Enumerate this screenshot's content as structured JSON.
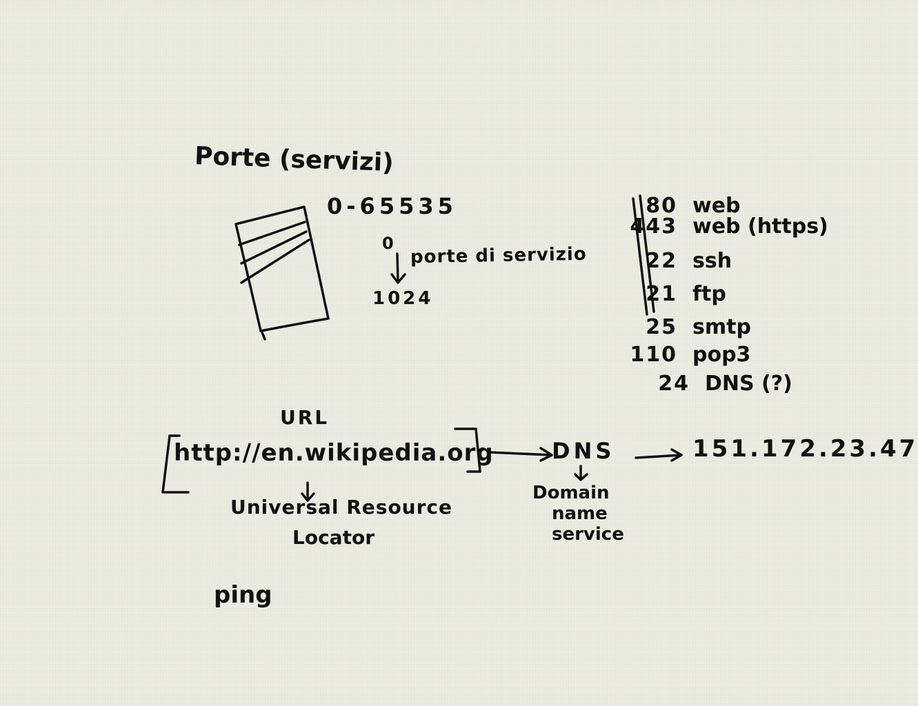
{
  "title": "Porte (servizi)",
  "port_range": "0-65535",
  "well_known": {
    "start": "0",
    "end": "1024",
    "label": "porte di servizio"
  },
  "port_table": [
    {
      "port": "80",
      "service": "web"
    },
    {
      "port": "443",
      "service": "web (https)"
    },
    {
      "port": "22",
      "service": "ssh"
    },
    {
      "port": "21",
      "service": "ftp"
    },
    {
      "port": "25",
      "service": "smtp"
    },
    {
      "port": "110",
      "service": "pop3"
    },
    {
      "port": "24",
      "service": "DNS (?)"
    }
  ],
  "url_section": {
    "label": "URL",
    "example": "http://en.wikipedia.org",
    "expansion_line1": "Universal Resource",
    "expansion_line2": "Locator"
  },
  "dns_section": {
    "label": "DNS",
    "expansion_line1": "Domain",
    "expansion_line2": "name",
    "expansion_line3": "service"
  },
  "ip_address": "151.172.23.47",
  "bottom_note": "ping"
}
